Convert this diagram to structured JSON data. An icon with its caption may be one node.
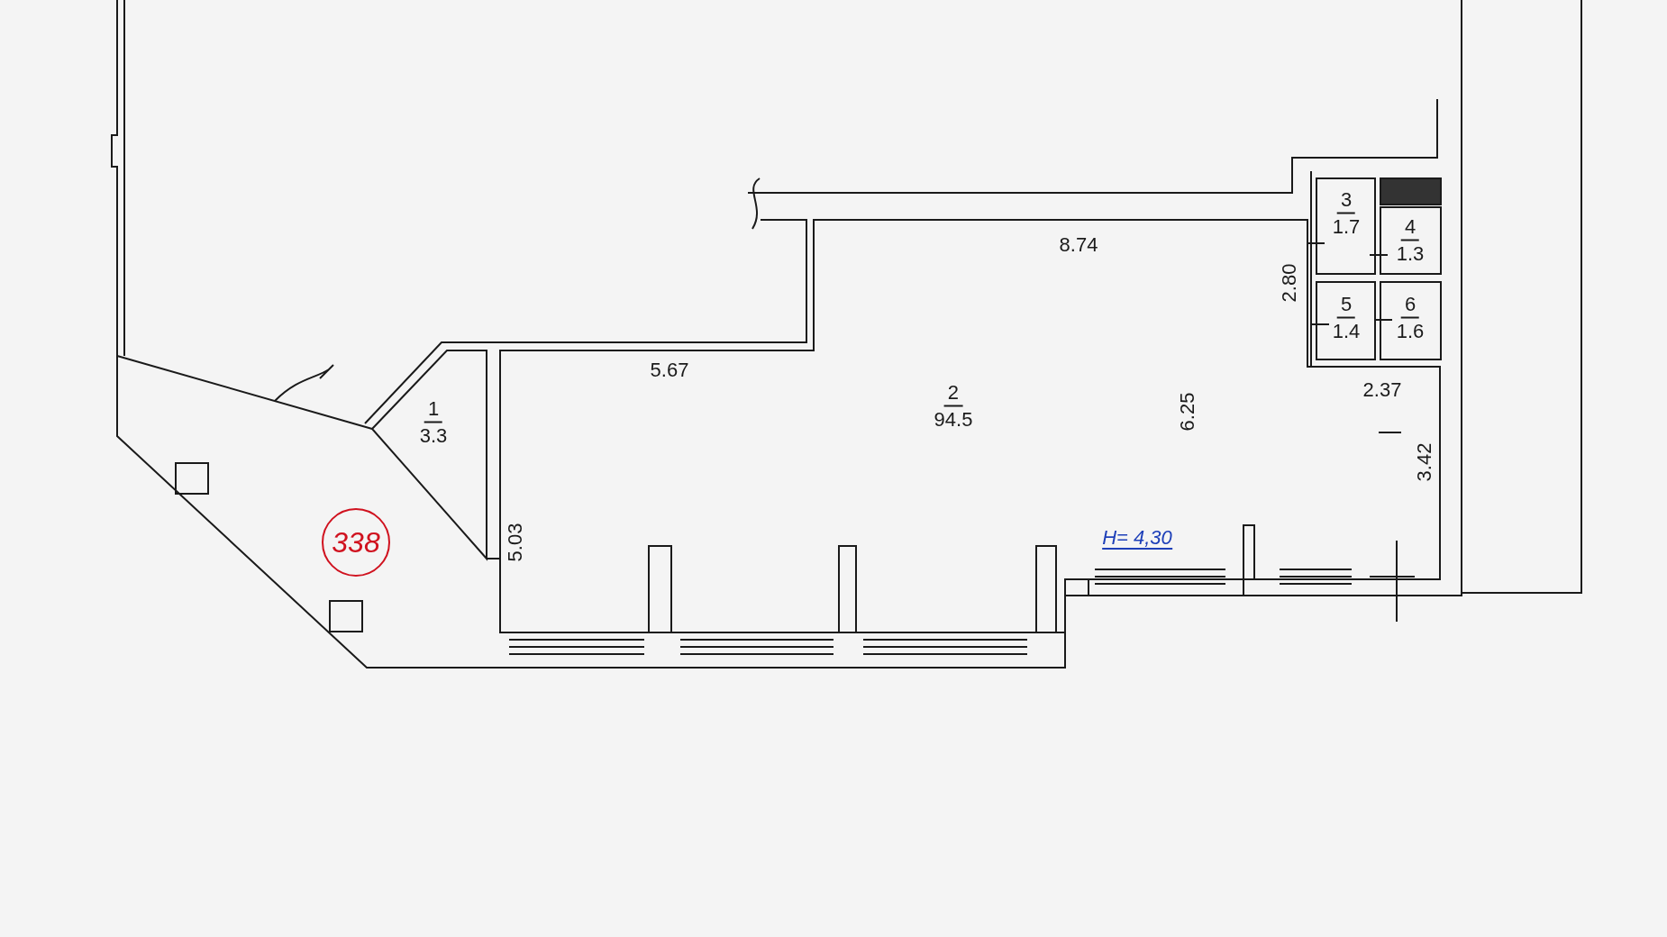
{
  "diagram": {
    "nodes": [
      {
        "text": [
          "1",
          "3.3"
        ]
      },
      {
        "text": [
          "2",
          "94.5"
        ]
      },
      {
        "text": [
          "3",
          "1.7"
        ]
      },
      {
        "text": [
          "4",
          "1.3"
        ]
      },
      {
        "text": [
          "5",
          "1.4"
        ]
      },
      {
        "text": [
          "6",
          "1.6"
        ]
      }
    ],
    "labels": [
      "8.74",
      "2.80",
      "5.67",
      "2.37",
      "6.25",
      "3.42",
      "5.03",
      "H= 4,30",
      "338"
    ]
  }
}
